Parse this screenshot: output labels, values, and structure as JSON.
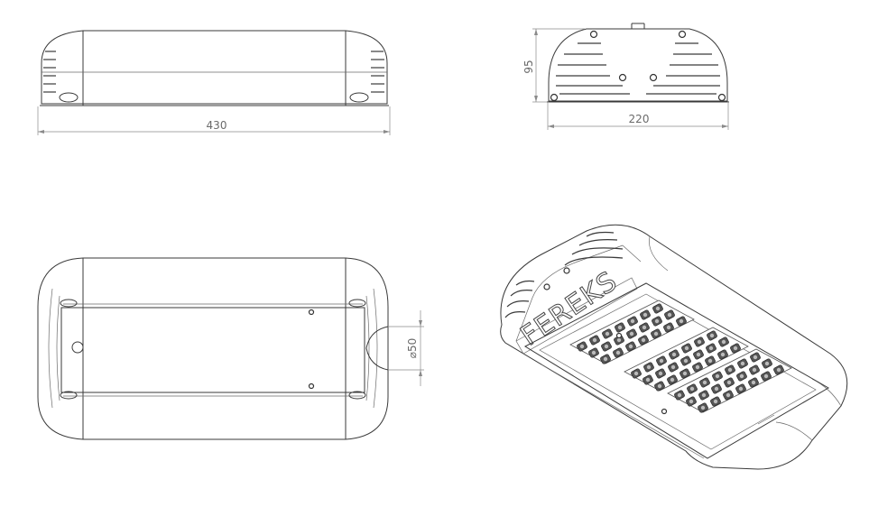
{
  "dimensions": {
    "length": "430",
    "end_width": "220",
    "end_height": "95",
    "hole_diameter": "⌀50"
  },
  "brand": "FEREKS",
  "led_module": {
    "modules": 3,
    "lens_rows": 3,
    "lens_cols": 7
  }
}
